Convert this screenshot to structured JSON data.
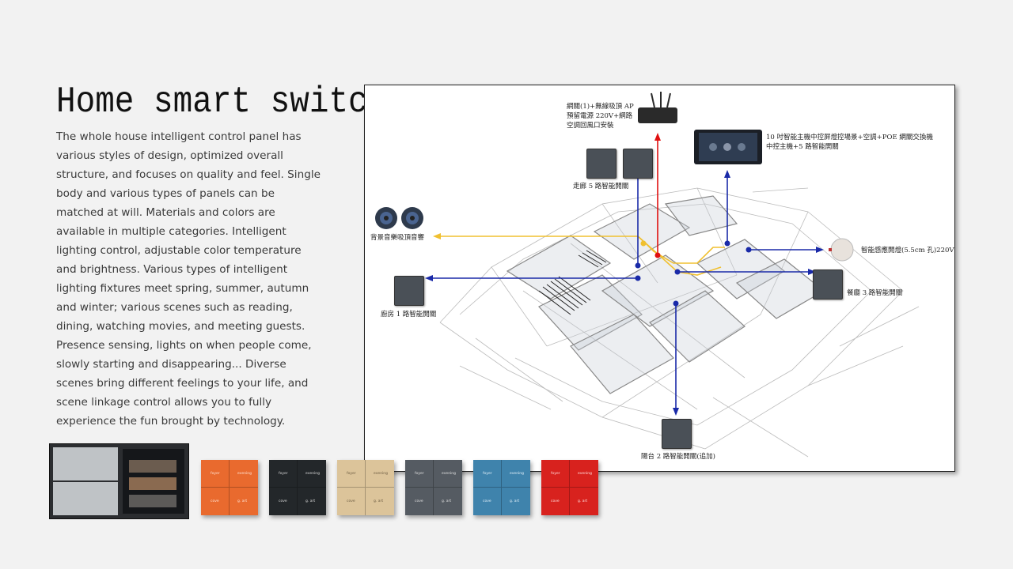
{
  "slide": {
    "title": "Home smart switch",
    "body": "The whole house intelligent control panel has various styles of design, optimized overall structure, and focuses on quality and feel. Single body and various types of panels can be matched at will. Materials and colors are available in multiple categories. Intelligent lighting control, adjustable color temperature and brightness. Various types of intelligent lighting fixtures meet spring, summer, autumn and winter; various scenes such as reading, dining, watching movies, and meeting guests. Presence sensing, lights on when people come, slowly starting and disappearing... Diverse scenes bring different feelings to your life, and scene linkage control allows you to fully experience the fun brought by technology."
  },
  "diagram": {
    "router_label": [
      "網關(1)+無線吸頂 AP",
      "預留電源 220V+網路",
      "空調回風口安裝"
    ],
    "host_label": [
      "10 吋智能主機中控屏燈控場景+空調+POE 網關交換機",
      "中控主機+5 路智能開關"
    ],
    "corridor_label": "走廊 5 路智能開關",
    "music_label": "背景音樂吸頂音響",
    "sensor_label": "智能感應開燈(5.5cm 孔)220V",
    "dining_label": "餐廳 3 路智能開關",
    "kitchen_label": "廚房 1 路智能開關",
    "balcony_label": "陽台 2 路智能開關(追加)",
    "colors": {
      "red": "#e01010",
      "blue": "#1a2aa8",
      "yellow": "#f0c030"
    }
  },
  "panel_key_labels": [
    "foyer",
    "evening",
    "cove",
    "g. art"
  ],
  "swatches": [
    {
      "name": "orange",
      "color": "#e96a2e",
      "text": "#ffe5d6"
    },
    {
      "name": "black",
      "color": "#23272a",
      "text": "#dddddd"
    },
    {
      "name": "champagne",
      "color": "#dcc49a",
      "text": "#6a5a40"
    },
    {
      "name": "grey",
      "color": "#555b62",
      "text": "#e0e0e0"
    },
    {
      "name": "blue",
      "color": "#3f83ac",
      "text": "#e6f2fa"
    },
    {
      "name": "red",
      "color": "#d8221e",
      "text": "#ffe0e0"
    }
  ]
}
